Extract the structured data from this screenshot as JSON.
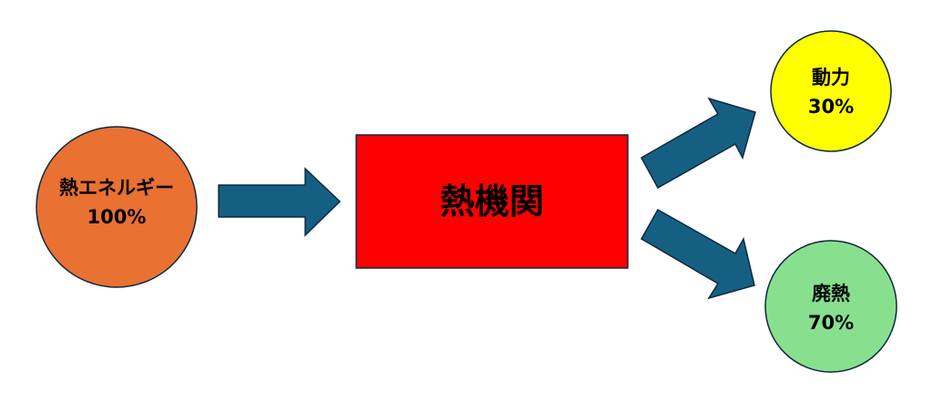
{
  "nodes": {
    "input": {
      "label": "熱エネルギー",
      "value": "100%",
      "color": "#E97132"
    },
    "engine": {
      "label": "熱機関",
      "color": "#FF0000"
    },
    "work": {
      "label": "動力",
      "value": "30%",
      "color": "#FFFF00"
    },
    "waste": {
      "label": "廃熱",
      "value": "70%",
      "color": "#88E08F"
    }
  },
  "arrow_color": "#156082",
  "outline_color": "#0E2841"
}
